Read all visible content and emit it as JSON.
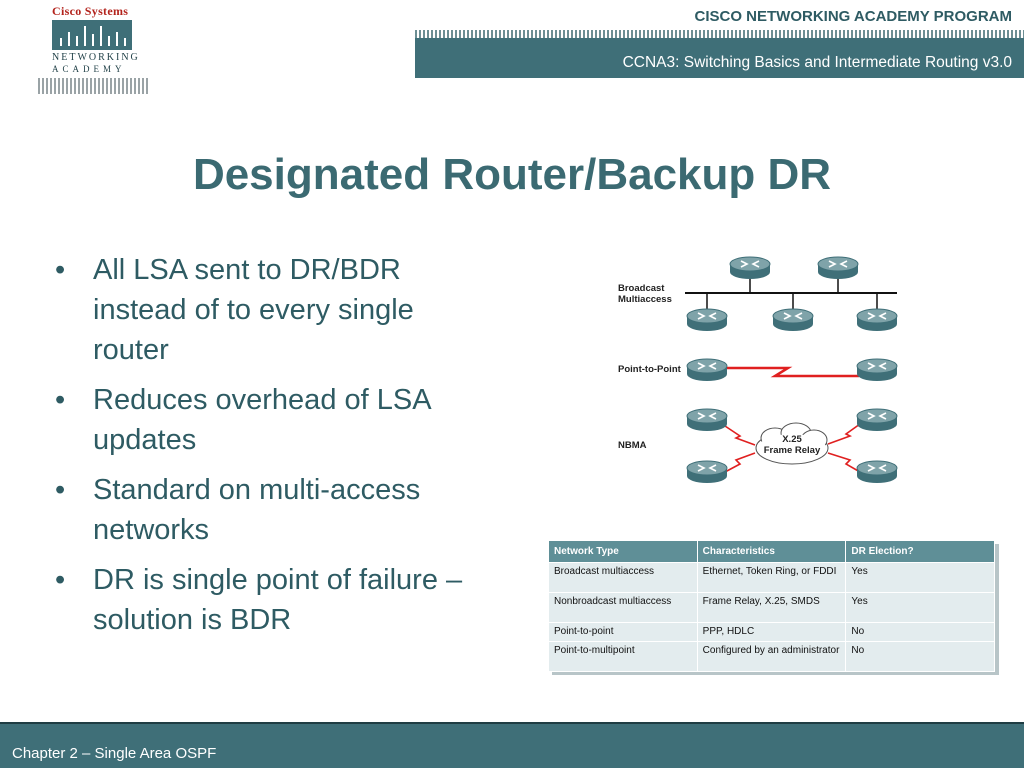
{
  "header": {
    "logo_brand": "Cisco Systems",
    "logo_line1": "NETWORKING",
    "logo_line2": "ACADEMY",
    "program": "CISCO NETWORKING ACADEMY PROGRAM",
    "course": "CCNA3:  Switching Basics and Intermediate Routing v3.0"
  },
  "slide": {
    "title": "Designated Router/Backup DR",
    "bullets": [
      "All LSA sent to DR/BDR instead of to every single router",
      "Reduces overhead of LSA updates",
      "Standard on multi-access networks",
      "DR is single point of failure – solution is BDR"
    ]
  },
  "diagram": {
    "broadcast_label": "Broadcast Multiaccess",
    "ptp_label": "Point-to-Point",
    "nbma_label": "NBMA",
    "cloud_line1": "X.25",
    "cloud_line2": "Frame Relay"
  },
  "table": {
    "headers": [
      "Network Type",
      "Characteristics",
      "DR Election?"
    ],
    "rows": [
      [
        "Broadcast multiaccess",
        "Ethernet, Token Ring, or FDDI",
        "Yes"
      ],
      [
        "Nonbroadcast multiaccess",
        "Frame Relay, X.25, SMDS",
        "Yes"
      ],
      [
        "Point-to-point",
        "PPP, HDLC",
        "No"
      ],
      [
        "Point-to-multipoint",
        "Configured by an administrator",
        "No"
      ]
    ]
  },
  "footer": {
    "chapter": "Chapter 2 – Single Area OSPF"
  },
  "colors": {
    "teal": "#3f6f78",
    "table_header": "#5f8f97",
    "table_cell": "#e3ecee",
    "serial_link": "#e02020"
  }
}
